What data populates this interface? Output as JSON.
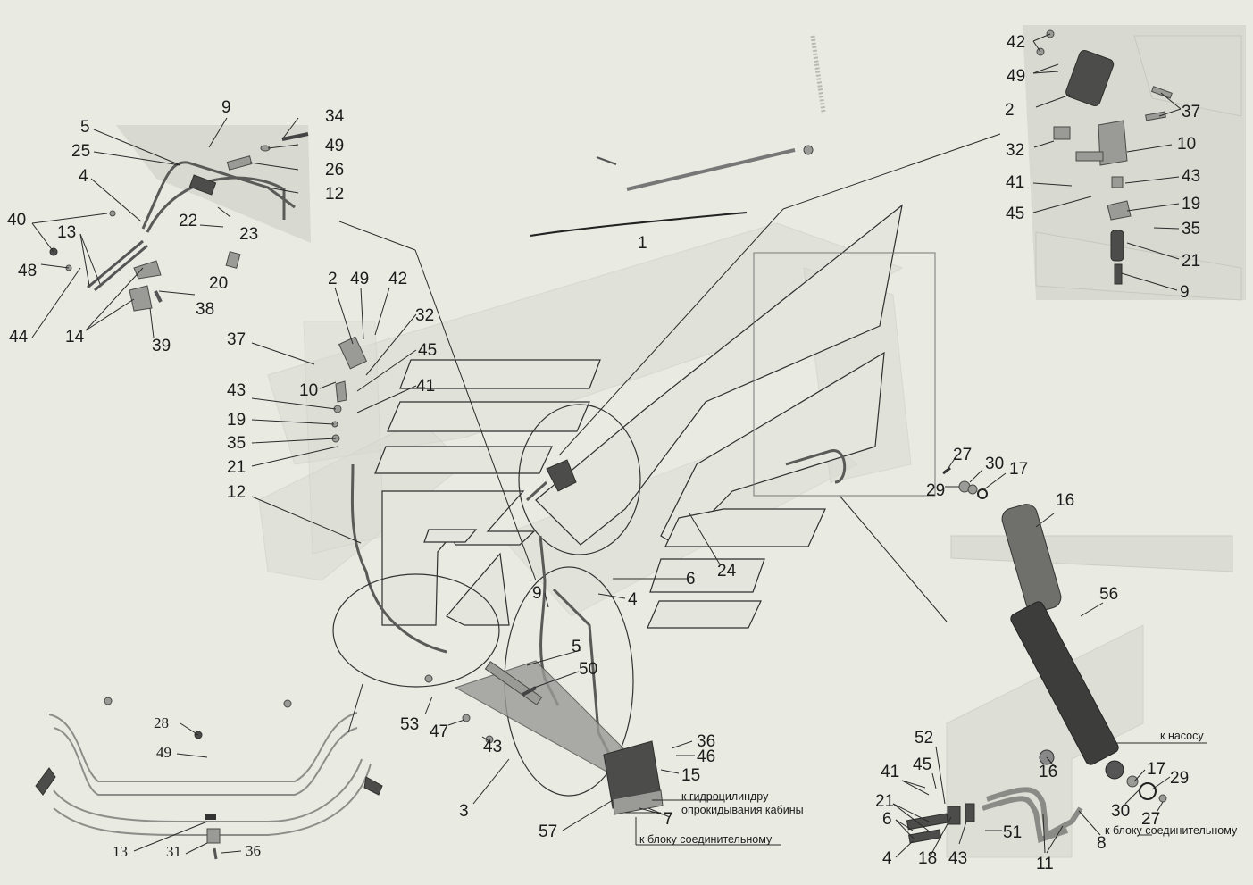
{
  "labels": {
    "top_left": [
      "5",
      "25",
      "4",
      "40",
      "48",
      "44",
      "13",
      "14",
      "9",
      "34",
      "49",
      "26",
      "12",
      "22",
      "23",
      "20",
      "38",
      "39"
    ],
    "middle_left": [
      "2",
      "49",
      "42",
      "32",
      "37",
      "45",
      "41",
      "10",
      "43",
      "19",
      "35",
      "21",
      "12"
    ],
    "center": [
      "1",
      "27",
      "30",
      "17",
      "29",
      "24",
      "6",
      "9",
      "4",
      "5",
      "50",
      "53",
      "47",
      "43",
      "3",
      "36",
      "46",
      "15",
      "7",
      "57"
    ],
    "top_right": [
      "42",
      "49",
      "2",
      "37",
      "32",
      "10",
      "43",
      "41",
      "19",
      "45",
      "35",
      "21",
      "9"
    ],
    "bottom_left": [
      "28",
      "49",
      "13",
      "31",
      "36"
    ],
    "bottom_right": [
      "16",
      "56",
      "16",
      "52",
      "45",
      "41",
      "21",
      "6",
      "4",
      "18",
      "43",
      "51",
      "11",
      "8",
      "17",
      "29",
      "30",
      "27"
    ]
  },
  "notes": {
    "to_tilt_cylinder_line1": "к гидроцилиндру",
    "to_tilt_cylinder_line2": "опрокидывания кабины",
    "to_connection_block_center": "к блоку соединительному",
    "to_pump": "к насосу",
    "to_connection_block_right": "к блоку соединительному"
  }
}
